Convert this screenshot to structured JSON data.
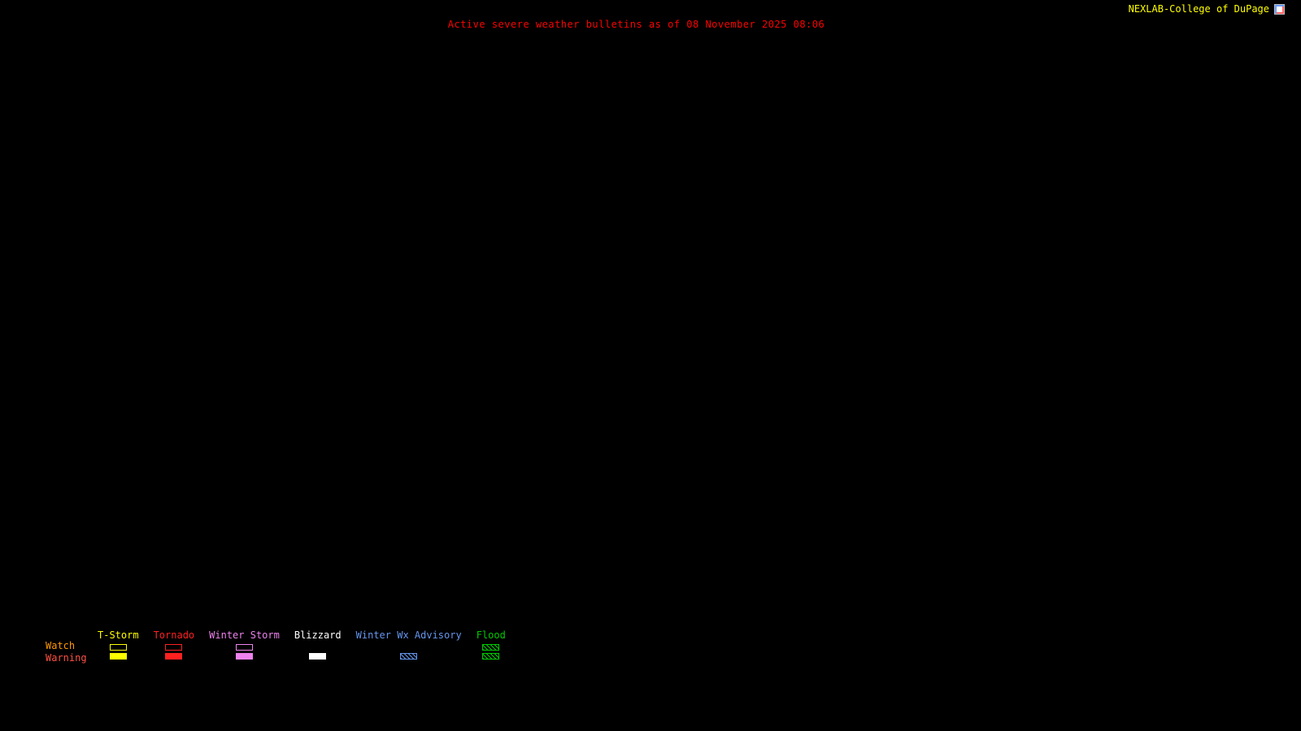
{
  "header": {
    "title": "Active severe weather bulletins as of 08 November 2025 08:06",
    "title_color": "#ff0000",
    "brand": "NEXLAB-College of DuPage",
    "brand_color": "#ffff00"
  },
  "legend": {
    "watch_label": "Watch",
    "warning_label": "Warning",
    "watch_color": "#ff9900",
    "warning_color": "#ff5040",
    "columns": [
      {
        "label": "T-Storm",
        "color": "#ffff00",
        "watch": "outline",
        "warning": "fill"
      },
      {
        "label": "Tornado",
        "color": "#ff2020",
        "watch": "outline",
        "warning": "fill"
      },
      {
        "label": "Winter Storm",
        "color": "#ee82ee",
        "watch": "outline",
        "warning": "fill"
      },
      {
        "label": "Blizzard",
        "color": "#ffffff",
        "watch": "none",
        "warning": "fill"
      },
      {
        "label": "Winter Wx Advisory",
        "color": "#6495ed",
        "watch": "none",
        "warning": "hatch"
      },
      {
        "label": "Flood",
        "color": "#00cc00",
        "watch": "hatch",
        "warning": "hatch"
      }
    ]
  }
}
